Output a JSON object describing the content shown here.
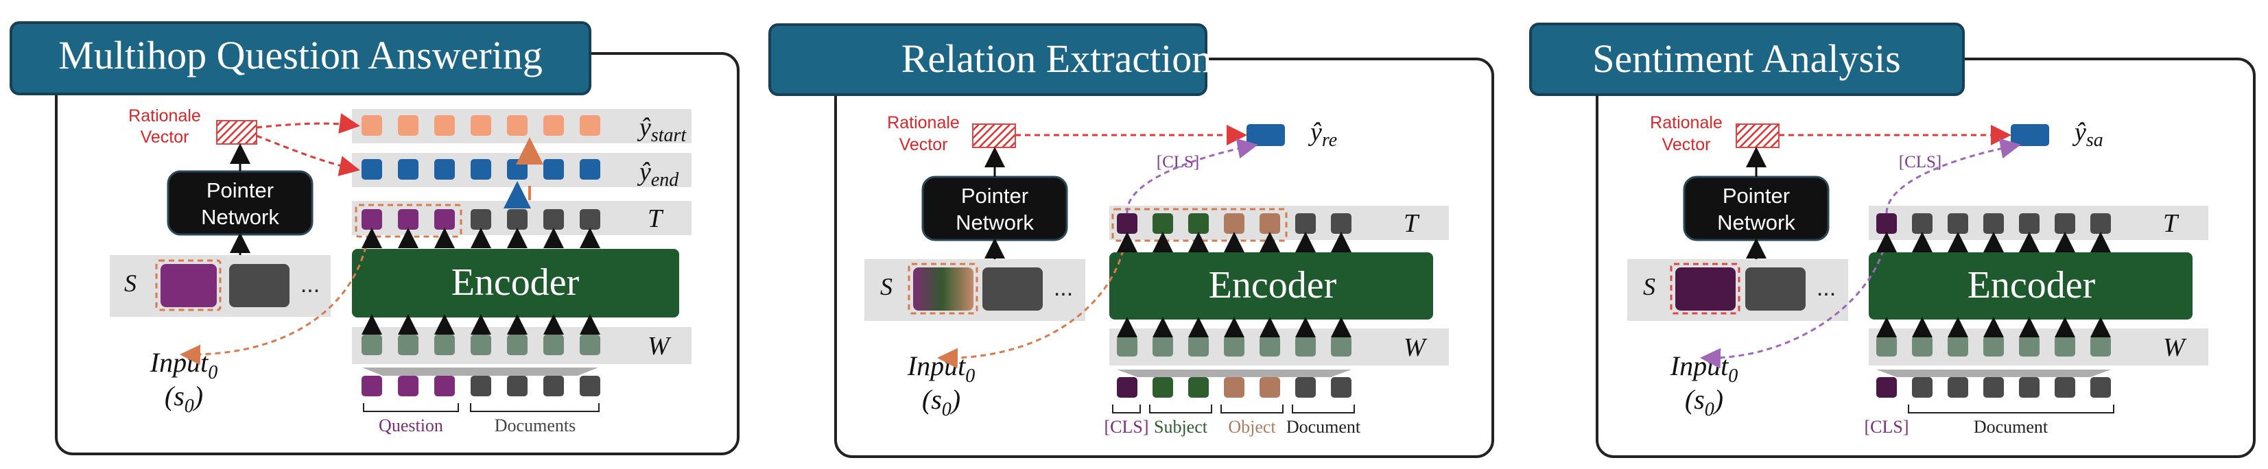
{
  "panels": [
    {
      "title": "Multihop Question Answering",
      "rationale_label_1": "Rationale",
      "rationale_label_2": "Vector",
      "pointer_label_1": "Pointer",
      "pointer_label_2": "Network",
      "encoder_label": "Encoder",
      "s_label": "S",
      "s_more": "...",
      "t_label": "T",
      "w_label": "W",
      "input_label": "Input",
      "input_sub": "0",
      "input_state": "(s",
      "input_state_sub": "0",
      "input_state_close": ")",
      "output_label_1": "ŷ",
      "output_sub_1": "start",
      "output_label_2": "ŷ",
      "output_sub_2": "end",
      "cls_label": "",
      "segment_labels": [
        "Question",
        "Documents"
      ],
      "segment_colors": [
        "#7d2c7a",
        "#444444"
      ]
    },
    {
      "title": "Relation Extraction",
      "rationale_label_1": "Rationale",
      "rationale_label_2": "Vector",
      "pointer_label_1": "Pointer",
      "pointer_label_2": "Network",
      "encoder_label": "Encoder",
      "s_label": "S",
      "s_more": "...",
      "t_label": "T",
      "w_label": "W",
      "input_label": "Input",
      "input_sub": "0",
      "input_state": "(s",
      "input_state_sub": "0",
      "input_state_close": ")",
      "output_label_1": "ŷ",
      "output_sub_1": "re",
      "cls_label": "[CLS]",
      "segment_labels": [
        "[CLS]",
        "Subject",
        "Object",
        "Document"
      ],
      "segment_colors": [
        "#7d2c7a",
        "#2f5e2e",
        "#b07a5e",
        "#222222"
      ]
    },
    {
      "title": "Sentiment Analysis",
      "rationale_label_1": "Rationale",
      "rationale_label_2": "Vector",
      "pointer_label_1": "Pointer",
      "pointer_label_2": "Network",
      "encoder_label": "Encoder",
      "s_label": "S",
      "s_more": "...",
      "t_label": "T",
      "w_label": "W",
      "input_label": "Input",
      "input_sub": "0",
      "input_state": "(s",
      "input_state_sub": "0",
      "input_state_close": ")",
      "output_label_1": "ŷ",
      "output_sub_1": "sa",
      "cls_label": "[CLS]",
      "segment_labels": [
        "[CLS]",
        "Document"
      ],
      "segment_colors": [
        "#7d2c7a",
        "#222222"
      ]
    }
  ],
  "colors": {
    "title_bar": "#1d6585",
    "title_border": "#173f55",
    "encoder": "#1f5a2f",
    "pointer_box": "#111111",
    "row_bg": "#e1e1e1",
    "token_gray": "#4a4a4a",
    "token_gray_embed": "#6f8b78",
    "question_purple": "#7d2c7a",
    "subject_green": "#2f5e2e",
    "object_tan": "#b07a5e",
    "rationale_red": "#e03a3a",
    "output_blue": "#1f62a4",
    "output_orange": "#f3a07a",
    "dashed_purple": "#a066b8",
    "dashed_orange": "#d77a4d"
  }
}
